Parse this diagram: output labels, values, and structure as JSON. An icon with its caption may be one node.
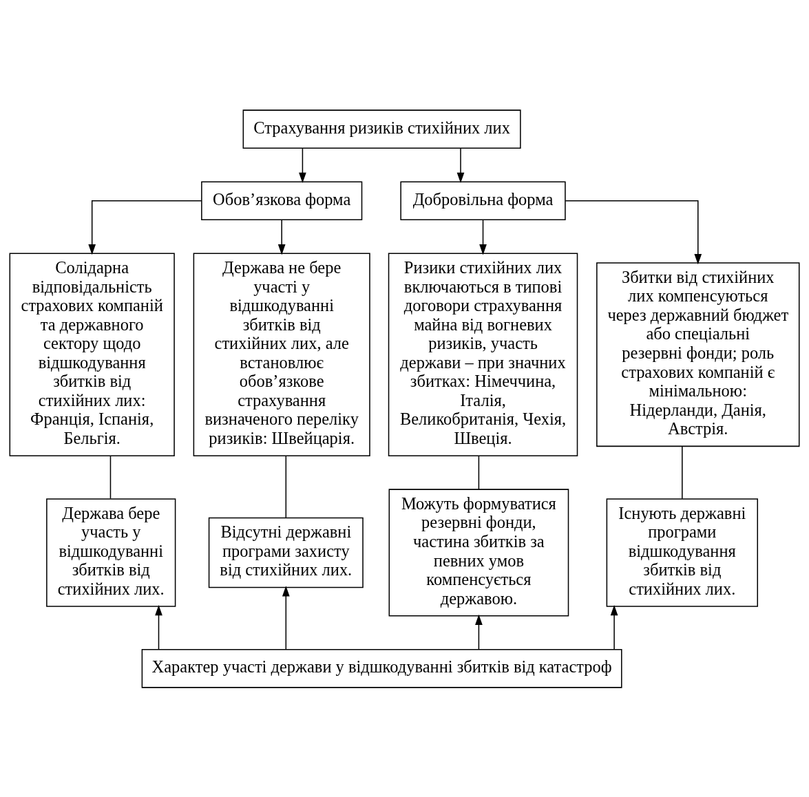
{
  "diagram": {
    "nodes": [
      {
        "text": [
          "Страхування ризиків стихійних лих"
        ]
      },
      {
        "text": [
          "Обов’язкова форма"
        ]
      },
      {
        "text": [
          "Добровільна форма"
        ]
      },
      {
        "text": [
          "Солідарна відповідальність страхових компаній та державного сектору щодо відшкодування збитків від стихійних лих: Франція, Іспанія, Бельгія."
        ]
      },
      {
        "text": [
          "Держава не бере участі у відшкодуванні збитків від стихійних лих, але встановлює обов’язкове страхування визначеного переліку ризиків: Швейцарія."
        ]
      },
      {
        "text": [
          "Ризики стихійних лих включаються в типові договори страхування майна від вогневих ризиків, участь держави – при значних збитках: Німеччина, Італія, Великобританія, Чехія, Швеція."
        ]
      },
      {
        "text": [
          "Збитки від стихійних лих компенсуються через державний бюджет або спеціальні резервні фонди; роль страхових компаній є мінімальною: Нідерланди, Данія, Австрія."
        ]
      },
      {
        "text": [
          "Держава бере участь у відшкодуванні збитків від стихійних лих."
        ]
      },
      {
        "text": [
          "Відсутні державні програми захисту від стихійних лих."
        ]
      },
      {
        "text": [
          "Можуть формуватися резервні фонди, частина збитків за певних умов компенсується державою."
        ]
      },
      {
        "text": [
          "Існують державні програми відшкодування збитків від стихійних лих."
        ]
      },
      {
        "text": [
          "Характер участі держави у відшкодуванні збитків від катастроф"
        ]
      }
    ],
    "edges": [
      {
        "from": 0,
        "to": 1,
        "arrow": "to"
      },
      {
        "from": 0,
        "to": 2,
        "arrow": "to"
      },
      {
        "from": 1,
        "to": 3,
        "arrow": "to"
      },
      {
        "from": 1,
        "to": 4,
        "arrow": "to"
      },
      {
        "from": 2,
        "to": 5,
        "arrow": "to"
      },
      {
        "from": 2,
        "to": 6,
        "arrow": "to"
      },
      {
        "from": 3,
        "to": 7,
        "arrow": "none"
      },
      {
        "from": 4,
        "to": 8,
        "arrow": "none"
      },
      {
        "from": 5,
        "to": 9,
        "arrow": "none"
      },
      {
        "from": 6,
        "to": 10,
        "arrow": "none"
      },
      {
        "from": 11,
        "to": 7,
        "arrow": "to"
      },
      {
        "from": 11,
        "to": 8,
        "arrow": "to"
      },
      {
        "from": 11,
        "to": 9,
        "arrow": "to"
      },
      {
        "from": 11,
        "to": 10,
        "arrow": "to"
      }
    ]
  }
}
